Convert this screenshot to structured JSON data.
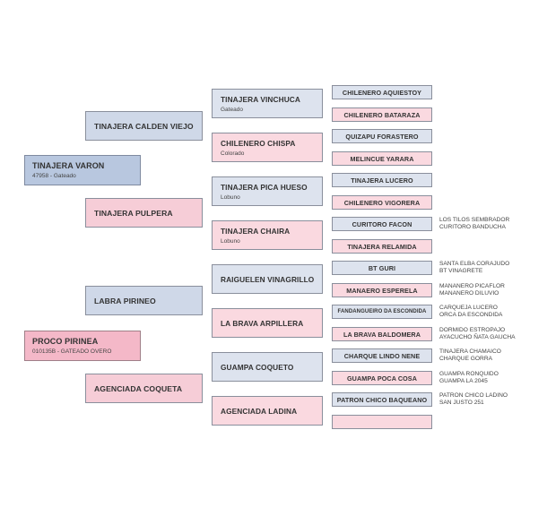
{
  "gen1": [
    {
      "name": "TINAJERA VARON",
      "sub": "47958 - Gateado",
      "sex": "male"
    },
    {
      "name": "PROCO PIRINEA",
      "sub": "010135B - GATEADO OVERO",
      "sex": "female"
    }
  ],
  "gen2": [
    {
      "name": "TINAJERA CALDEN VIEJO",
      "sex": "male"
    },
    {
      "name": "TINAJERA PULPERA",
      "sex": "female"
    },
    {
      "name": "LABRA PIRINEO",
      "sex": "male"
    },
    {
      "name": "AGENCIADA COQUETA",
      "sex": "female"
    }
  ],
  "gen3": [
    {
      "name": "TINAJERA VINCHUCA",
      "sub": "Gateado",
      "sex": "male"
    },
    {
      "name": "CHILENERO CHISPA",
      "sub": "Colorado",
      "sex": "female"
    },
    {
      "name": "TINAJERA PICA HUESO",
      "sub": "Lobuno",
      "sex": "male"
    },
    {
      "name": "TINAJERA CHAIRA",
      "sub": "Lobuno",
      "sex": "female"
    },
    {
      "name": "RAIGUELEN VINAGRILLO",
      "sub": "",
      "sex": "male"
    },
    {
      "name": "LA BRAVA ARPILLERA",
      "sub": "",
      "sex": "female"
    },
    {
      "name": "GUAMPA COQUETO",
      "sub": "",
      "sex": "male"
    },
    {
      "name": "AGENCIADA LADINA",
      "sub": "",
      "sex": "female"
    }
  ],
  "gen4": [
    {
      "name": "CHILENERO AQUIESTOY",
      "sex": "male"
    },
    {
      "name": "CHILENERO BATARAZA",
      "sex": "female"
    },
    {
      "name": "QUIZAPU FORASTERO",
      "sex": "male"
    },
    {
      "name": "MELINCUE YARARA",
      "sex": "female"
    },
    {
      "name": "TINAJERA LUCERO",
      "sex": "male"
    },
    {
      "name": "CHILENERO VIGORERA",
      "sex": "female"
    },
    {
      "name": "CURITORO FACON",
      "sex": "male"
    },
    {
      "name": "TINAJERA RELAMIDA",
      "sex": "female"
    },
    {
      "name": "BT GURI",
      "sex": "male"
    },
    {
      "name": "MANAERO ESPERELA",
      "sex": "female"
    },
    {
      "name": "FANDANGUEIRO DA ESCONDIDA",
      "sex": "male"
    },
    {
      "name": "LA BRAVA BALDOMERA",
      "sex": "female"
    },
    {
      "name": "CHARQUE LINDO NENE",
      "sex": "male"
    },
    {
      "name": "GUAMPA POCA COSA",
      "sex": "female"
    },
    {
      "name": "PATRON CHICO BAQUEANO",
      "sex": "male"
    },
    {
      "name": "",
      "sex": "female"
    }
  ],
  "gen5": [
    {
      "sire": "LOS TILOS SEMBRADOR",
      "dam": "CURITORO BANDUCHA"
    },
    {
      "sire": "SANTA ELBA CORAJUDO",
      "dam": "BT VINAGRETE"
    },
    {
      "sire": "MANANERO PICAFLOR",
      "dam": "MANANERO DILUVIO"
    },
    {
      "sire": "CARQUEJA LUCERO",
      "dam": "ORCA DA ESCONDIDA"
    },
    {
      "sire": "DORMIDO ESTROPAJO",
      "dam": "AYACUCHO ÑATA GAUCHA"
    },
    {
      "sire": "TINAJERA CHAMAICO",
      "dam": "CHARQUE GORRA"
    },
    {
      "sire": "GUAMPA RONQUIDO",
      "dam": "GUAMPA LA 2045"
    },
    {
      "sire": "PATRON CHICO LADINO",
      "dam": "SAN JUSTO 251"
    }
  ],
  "colors": {
    "male": "#cfd8e8",
    "female": "#f6cdd7"
  }
}
